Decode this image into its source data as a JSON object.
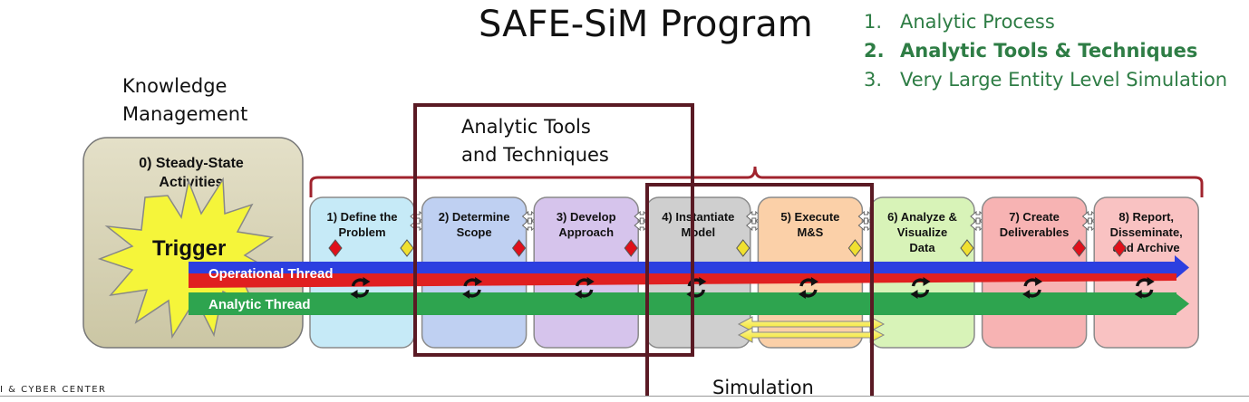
{
  "title": "SAFE-SiM Program",
  "outline": [
    {
      "num": "1.",
      "text": "Analytic Process"
    },
    {
      "num": "2.",
      "text": "Analytic Tools & Techniques"
    },
    {
      "num": "3.",
      "text": "Very Large Entity Level Simulation"
    }
  ],
  "labels": {
    "km_line1": "Knowledge",
    "km_line2": "Management",
    "att_line1": "Analytic Tools",
    "att_line2": "and Techniques",
    "simulation": "Simulation"
  },
  "steady_state": {
    "line1": "0) Steady-State",
    "line2": "Activities"
  },
  "trigger": "Trigger",
  "threads": {
    "operational": "Operational Thread",
    "analytic": "Analytic Thread"
  },
  "steps": [
    {
      "lines": [
        "1) Define the",
        "Problem"
      ],
      "color": "#c6eaf7"
    },
    {
      "lines": [
        "2) Determine",
        "Scope"
      ],
      "color": "#bfd0f2"
    },
    {
      "lines": [
        "3) Develop",
        "Approach"
      ],
      "color": "#d6c4ec"
    },
    {
      "lines": [
        "4) Instantiate",
        "Model"
      ],
      "color": "#cfcfcf"
    },
    {
      "lines": [
        "5) Execute",
        "M&S"
      ],
      "color": "#fbd0a8"
    },
    {
      "lines": [
        "6) Analyze &",
        "Visualize",
        "Data"
      ],
      "color": "#d8f3b8"
    },
    {
      "lines": [
        "7) Create",
        "Deliverables"
      ],
      "color": "#f7b3b3"
    },
    {
      "lines": [
        "8) Report,",
        "Disseminate,",
        "and Archive"
      ],
      "color": "#f9c2c2"
    }
  ],
  "footer": "I & CYBER CENTER",
  "colors": {
    "frame": "#5a1a24",
    "brace": "#a0232d",
    "operational": "#2c3fe0",
    "analytic": "#2ea44f",
    "red_thread": "#e02020",
    "trigger": "#f5f53a",
    "diamond_red": "#e0101a",
    "diamond_yellow": "#f0e030"
  }
}
